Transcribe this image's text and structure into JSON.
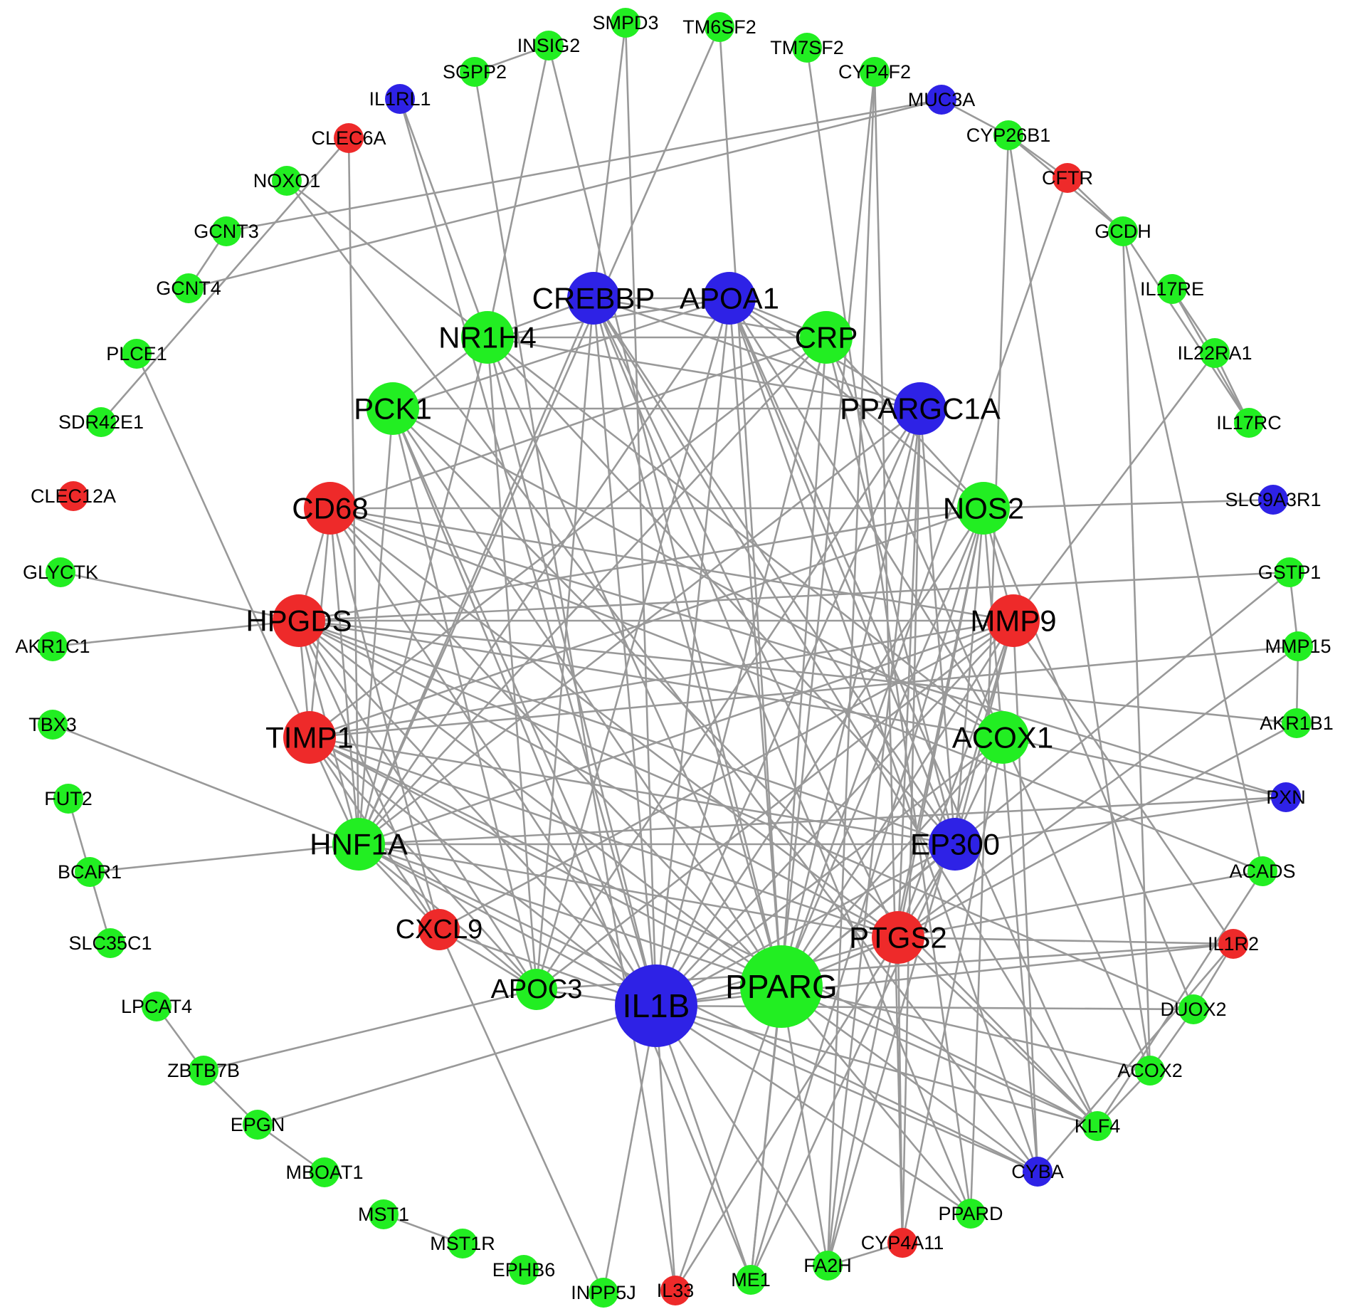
{
  "colors": {
    "green": "#22ee22",
    "red": "#ee2a2a",
    "blue": "#2e22e6",
    "edge": "#999999"
  },
  "nodes": [
    {
      "id": "IL1B",
      "color": "blue",
      "size": "xl"
    },
    {
      "id": "PPARG",
      "color": "green",
      "size": "xl"
    },
    {
      "id": "PTGS2",
      "color": "red",
      "size": "l"
    },
    {
      "id": "EP300",
      "color": "blue",
      "size": "l"
    },
    {
      "id": "ACOX1",
      "color": "green",
      "size": "l"
    },
    {
      "id": "MMP9",
      "color": "red",
      "size": "l"
    },
    {
      "id": "NOS2",
      "color": "green",
      "size": "l"
    },
    {
      "id": "PPARGC1A",
      "color": "blue",
      "size": "l"
    },
    {
      "id": "CRP",
      "color": "green",
      "size": "l"
    },
    {
      "id": "APOA1",
      "color": "blue",
      "size": "l"
    },
    {
      "id": "CREBBP",
      "color": "blue",
      "size": "l"
    },
    {
      "id": "NR1H4",
      "color": "green",
      "size": "l"
    },
    {
      "id": "PCK1",
      "color": "green",
      "size": "l"
    },
    {
      "id": "CD68",
      "color": "red",
      "size": "l"
    },
    {
      "id": "HPGDS",
      "color": "red",
      "size": "l"
    },
    {
      "id": "TIMP1",
      "color": "red",
      "size": "l"
    },
    {
      "id": "HNF1A",
      "color": "green",
      "size": "l"
    },
    {
      "id": "CXCL9",
      "color": "red",
      "size": "m"
    },
    {
      "id": "APOC3",
      "color": "green",
      "size": "m"
    },
    {
      "id": "SMPD3",
      "color": "green",
      "size": "s"
    },
    {
      "id": "TM6SF2",
      "color": "green",
      "size": "s"
    },
    {
      "id": "TM7SF2",
      "color": "green",
      "size": "s"
    },
    {
      "id": "CYP4F2",
      "color": "green",
      "size": "s"
    },
    {
      "id": "MUC3A",
      "color": "blue",
      "size": "s"
    },
    {
      "id": "CYP26B1",
      "color": "green",
      "size": "s"
    },
    {
      "id": "CFTR",
      "color": "red",
      "size": "s"
    },
    {
      "id": "GCDH",
      "color": "green",
      "size": "s"
    },
    {
      "id": "IL17RE",
      "color": "green",
      "size": "s"
    },
    {
      "id": "IL22RA1",
      "color": "green",
      "size": "s"
    },
    {
      "id": "IL17RC",
      "color": "green",
      "size": "s"
    },
    {
      "id": "SLC9A3R1",
      "color": "blue",
      "size": "s"
    },
    {
      "id": "GSTP1",
      "color": "green",
      "size": "s"
    },
    {
      "id": "MMP15",
      "color": "green",
      "size": "s"
    },
    {
      "id": "AKR1B1",
      "color": "green",
      "size": "s"
    },
    {
      "id": "PXN",
      "color": "blue",
      "size": "s"
    },
    {
      "id": "ACADS",
      "color": "green",
      "size": "s"
    },
    {
      "id": "IL1R2",
      "color": "red",
      "size": "s"
    },
    {
      "id": "DUOX2",
      "color": "green",
      "size": "s"
    },
    {
      "id": "ACOX2",
      "color": "green",
      "size": "s"
    },
    {
      "id": "KLF4",
      "color": "green",
      "size": "s"
    },
    {
      "id": "CYBA",
      "color": "blue",
      "size": "s"
    },
    {
      "id": "PPARD",
      "color": "green",
      "size": "s"
    },
    {
      "id": "CYP4A11",
      "color": "red",
      "size": "s"
    },
    {
      "id": "FA2H",
      "color": "green",
      "size": "s"
    },
    {
      "id": "ME1",
      "color": "green",
      "size": "s"
    },
    {
      "id": "IL33",
      "color": "red",
      "size": "s"
    },
    {
      "id": "INPP5J",
      "color": "green",
      "size": "s"
    },
    {
      "id": "EPHB6",
      "color": "green",
      "size": "s"
    },
    {
      "id": "MST1R",
      "color": "green",
      "size": "s"
    },
    {
      "id": "MST1",
      "color": "green",
      "size": "s"
    },
    {
      "id": "MBOAT1",
      "color": "green",
      "size": "s"
    },
    {
      "id": "EPGN",
      "color": "green",
      "size": "s"
    },
    {
      "id": "ZBTB7B",
      "color": "green",
      "size": "s"
    },
    {
      "id": "LPCAT4",
      "color": "green",
      "size": "s"
    },
    {
      "id": "SLC35C1",
      "color": "green",
      "size": "s"
    },
    {
      "id": "BCAR1",
      "color": "green",
      "size": "s"
    },
    {
      "id": "FUT2",
      "color": "green",
      "size": "s"
    },
    {
      "id": "TBX3",
      "color": "green",
      "size": "s"
    },
    {
      "id": "AKR1C1",
      "color": "green",
      "size": "s"
    },
    {
      "id": "GLYCTK",
      "color": "green",
      "size": "s"
    },
    {
      "id": "CLEC12A",
      "color": "red",
      "size": "s"
    },
    {
      "id": "SDR42E1",
      "color": "green",
      "size": "s"
    },
    {
      "id": "PLCE1",
      "color": "green",
      "size": "s"
    },
    {
      "id": "GCNT4",
      "color": "green",
      "size": "s"
    },
    {
      "id": "GCNT3",
      "color": "green",
      "size": "s"
    },
    {
      "id": "NOXO1",
      "color": "green",
      "size": "s"
    },
    {
      "id": "CLEC6A",
      "color": "red",
      "size": "s"
    },
    {
      "id": "IL1RL1",
      "color": "blue",
      "size": "s"
    },
    {
      "id": "SGPP2",
      "color": "green",
      "size": "s"
    },
    {
      "id": "INSIG2",
      "color": "green",
      "size": "s"
    }
  ],
  "edges": [
    [
      "IL1B",
      "PPARG"
    ],
    [
      "IL1B",
      "PTGS2"
    ],
    [
      "IL1B",
      "EP300"
    ],
    [
      "IL1B",
      "ACOX1"
    ],
    [
      "IL1B",
      "MMP9"
    ],
    [
      "IL1B",
      "NOS2"
    ],
    [
      "IL1B",
      "PPARGC1A"
    ],
    [
      "IL1B",
      "CRP"
    ],
    [
      "IL1B",
      "APOA1"
    ],
    [
      "IL1B",
      "CREBBP"
    ],
    [
      "IL1B",
      "NR1H4"
    ],
    [
      "IL1B",
      "PCK1"
    ],
    [
      "IL1B",
      "CD68"
    ],
    [
      "IL1B",
      "HPGDS"
    ],
    [
      "IL1B",
      "TIMP1"
    ],
    [
      "IL1B",
      "HNF1A"
    ],
    [
      "IL1B",
      "CXCL9"
    ],
    [
      "IL1B",
      "APOC3"
    ],
    [
      "IL1B",
      "IL33"
    ],
    [
      "IL1B",
      "ME1"
    ],
    [
      "IL1B",
      "FA2H"
    ],
    [
      "IL1B",
      "KLF4"
    ],
    [
      "IL1B",
      "CYBA"
    ],
    [
      "IL1B",
      "PPARD"
    ],
    [
      "IL1B",
      "IL1R2"
    ],
    [
      "IL1B",
      "DUOX2"
    ],
    [
      "IL1B",
      "IL1RL1"
    ],
    [
      "IL1B",
      "EPGN"
    ],
    [
      "IL1B",
      "SMPD3"
    ],
    [
      "IL1B",
      "INPP5J"
    ],
    [
      "PPARG",
      "PTGS2"
    ],
    [
      "PPARG",
      "EP300"
    ],
    [
      "PPARG",
      "ACOX1"
    ],
    [
      "PPARG",
      "MMP9"
    ],
    [
      "PPARG",
      "NOS2"
    ],
    [
      "PPARG",
      "PPARGC1A"
    ],
    [
      "PPARG",
      "CRP"
    ],
    [
      "PPARG",
      "APOA1"
    ],
    [
      "PPARG",
      "CREBBP"
    ],
    [
      "PPARG",
      "NR1H4"
    ],
    [
      "PPARG",
      "PCK1"
    ],
    [
      "PPARG",
      "CD68"
    ],
    [
      "PPARG",
      "HPGDS"
    ],
    [
      "PPARG",
      "TIMP1"
    ],
    [
      "PPARG",
      "HNF1A"
    ],
    [
      "PPARG",
      "ACOX2"
    ],
    [
      "PPARG",
      "KLF4"
    ],
    [
      "PPARG",
      "ME1"
    ],
    [
      "PPARG",
      "FA2H"
    ],
    [
      "PPARG",
      "CYBA"
    ],
    [
      "PPARG",
      "PPARD"
    ],
    [
      "PPARG",
      "GSTP1"
    ],
    [
      "PPARG",
      "INSIG2"
    ],
    [
      "PPARG",
      "TM6SF2"
    ],
    [
      "PTGS2",
      "EP300"
    ],
    [
      "PTGS2",
      "MMP9"
    ],
    [
      "PTGS2",
      "NOS2"
    ],
    [
      "PTGS2",
      "PPARGC1A"
    ],
    [
      "PTGS2",
      "HPGDS"
    ],
    [
      "PTGS2",
      "CD68"
    ],
    [
      "PTGS2",
      "HNF1A"
    ],
    [
      "PTGS2",
      "CREBBP"
    ],
    [
      "PTGS2",
      "CYP4A11"
    ],
    [
      "PTGS2",
      "IL1R2"
    ],
    [
      "PTGS2",
      "AKR1B1"
    ],
    [
      "PTGS2",
      "MMP15"
    ],
    [
      "PTGS2",
      "ACADS"
    ],
    [
      "PTGS2",
      "KLF4"
    ],
    [
      "PTGS2",
      "TIMP1"
    ],
    [
      "PTGS2",
      "IL33"
    ],
    [
      "EP300",
      "HNF1A"
    ],
    [
      "EP300",
      "CREBBP"
    ],
    [
      "EP300",
      "NOS2"
    ],
    [
      "EP300",
      "MMP9"
    ],
    [
      "EP300",
      "PPARGC1A"
    ],
    [
      "EP300",
      "CRP"
    ],
    [
      "EP300",
      "PXN"
    ],
    [
      "EP300",
      "NR1H4"
    ],
    [
      "EP300",
      "APOA1"
    ],
    [
      "EP300",
      "HPGDS"
    ],
    [
      "EP300",
      "TIMP1"
    ],
    [
      "ACOX1",
      "ACOX2"
    ],
    [
      "ACOX1",
      "CRP"
    ],
    [
      "ACOX1",
      "HPGDS"
    ],
    [
      "ACOX1",
      "PCK1"
    ],
    [
      "ACOX1",
      "NR1H4"
    ],
    [
      "ACOX1",
      "APOA1"
    ],
    [
      "ACOX1",
      "PXN"
    ],
    [
      "ACOX1",
      "CYP4A11"
    ],
    [
      "ACOX1",
      "ME1"
    ],
    [
      "MMP9",
      "TIMP1"
    ],
    [
      "MMP9",
      "CD68"
    ],
    [
      "MMP9",
      "HPGDS"
    ],
    [
      "MMP9",
      "NOS2"
    ],
    [
      "MMP9",
      "IL1R2"
    ],
    [
      "MMP9",
      "IL22RA1"
    ],
    [
      "MMP9",
      "CYBA"
    ],
    [
      "MMP9",
      "APOC3"
    ],
    [
      "MMP9",
      "CXCL9"
    ],
    [
      "MMP9",
      "FA2H"
    ],
    [
      "MMP9",
      "HNF1A"
    ],
    [
      "NOS2",
      "CD68"
    ],
    [
      "NOS2",
      "SLC9A3R1"
    ],
    [
      "NOS2",
      "HPGDS"
    ],
    [
      "NOS2",
      "TIMP1"
    ],
    [
      "NOS2",
      "APOA1"
    ],
    [
      "NOS2",
      "CRP"
    ],
    [
      "NOS2",
      "DUOX2"
    ],
    [
      "NOS2",
      "CYBA"
    ],
    [
      "NOS2",
      "ME1"
    ],
    [
      "NOS2",
      "FA2H"
    ],
    [
      "PPARGC1A",
      "PCK1"
    ],
    [
      "PPARGC1A",
      "NR1H4"
    ],
    [
      "PPARGC1A",
      "CREBBP"
    ],
    [
      "PPARGC1A",
      "APOA1"
    ],
    [
      "PPARGC1A",
      "HNF1A"
    ],
    [
      "PPARGC1A",
      "APOC3"
    ],
    [
      "PPARGC1A",
      "FA2H"
    ],
    [
      "PPARGC1A",
      "CYP4A11"
    ],
    [
      "CRP",
      "CREBBP"
    ],
    [
      "CRP",
      "APOA1"
    ],
    [
      "CRP",
      "HNF1A"
    ],
    [
      "CRP",
      "CD68"
    ],
    [
      "CRP",
      "NR1H4"
    ],
    [
      "CRP",
      "TIMP1"
    ],
    [
      "APOA1",
      "CREBBP"
    ],
    [
      "APOA1",
      "NR1H4"
    ],
    [
      "APOA1",
      "HNF1A"
    ],
    [
      "APOA1",
      "APOC3"
    ],
    [
      "APOA1",
      "PCK1"
    ],
    [
      "APOA1",
      "CYBA"
    ],
    [
      "APOA1",
      "KLF4"
    ],
    [
      "CREBBP",
      "HNF1A"
    ],
    [
      "CREBBP",
      "NR1H4"
    ],
    [
      "CREBBP",
      "KLF4"
    ],
    [
      "CREBBP",
      "PPARD"
    ],
    [
      "CREBBP",
      "APOC3"
    ],
    [
      "CREBBP",
      "SMPD3"
    ],
    [
      "NR1H4",
      "HNF1A"
    ],
    [
      "NR1H4",
      "APOC3"
    ],
    [
      "NR1H4",
      "PCK1"
    ],
    [
      "NR1H4",
      "NOXO1"
    ],
    [
      "NR1H4",
      "INSIG2"
    ],
    [
      "NR1H4",
      "IL1RL1"
    ],
    [
      "PCK1",
      "HNF1A"
    ],
    [
      "PCK1",
      "ME1"
    ],
    [
      "PCK1",
      "APOC3"
    ],
    [
      "PCK1",
      "KLF4"
    ],
    [
      "CD68",
      "HPGDS"
    ],
    [
      "CD68",
      "TIMP1"
    ],
    [
      "CD68",
      "HNF1A"
    ],
    [
      "CD68",
      "CXCL9"
    ],
    [
      "CD68",
      "PXN"
    ],
    [
      "CD68",
      "ACADS"
    ],
    [
      "HPGDS",
      "TIMP1"
    ],
    [
      "HPGDS",
      "HNF1A"
    ],
    [
      "HPGDS",
      "GLYCTK"
    ],
    [
      "HPGDS",
      "AKR1C1"
    ],
    [
      "HPGDS",
      "GSTP1"
    ],
    [
      "HPGDS",
      "AKR1B1"
    ],
    [
      "HPGDS",
      "DUOX2"
    ],
    [
      "HPGDS",
      "CXCL9"
    ],
    [
      "HPGDS",
      "APOC3"
    ],
    [
      "TIMP1",
      "HNF1A"
    ],
    [
      "TIMP1",
      "CXCL9"
    ],
    [
      "TIMP1",
      "MMP15"
    ],
    [
      "TIMP1",
      "PLCE1"
    ],
    [
      "TIMP1",
      "KLF4"
    ],
    [
      "TIMP1",
      "APOC3"
    ],
    [
      "HNF1A",
      "BCAR1"
    ],
    [
      "HNF1A",
      "TBX3"
    ],
    [
      "HNF1A",
      "APOC3"
    ],
    [
      "HNF1A",
      "CXCL9"
    ],
    [
      "HNF1A",
      "PXN"
    ],
    [
      "HNF1A",
      "CYBA"
    ],
    [
      "CXCL9",
      "INPP5J"
    ],
    [
      "CXCL9",
      "APOC3"
    ],
    [
      "APOC3",
      "ZBTB7B"
    ],
    [
      "APOC3",
      "IL1R2"
    ],
    [
      "TM6SF2",
      "HNF1A"
    ],
    [
      "INSIG2",
      "SGPP2"
    ],
    [
      "SGPP2",
      "IL33"
    ],
    [
      "TM7SF2",
      "PPARD"
    ],
    [
      "CYP4F2",
      "CYP4A11"
    ],
    [
      "CYP4F2",
      "FA2H"
    ],
    [
      "CYP4F2",
      "ME1"
    ],
    [
      "MUC3A",
      "GCNT3"
    ],
    [
      "MUC3A",
      "GCNT4"
    ],
    [
      "MUC3A",
      "CYP26B1"
    ],
    [
      "CYP26B1",
      "CFTR"
    ],
    [
      "CYP26B1",
      "GCDH"
    ],
    [
      "CYP26B1",
      "ACOX2"
    ],
    [
      "CYP26B1",
      "PPARD"
    ],
    [
      "CFTR",
      "GCDH"
    ],
    [
      "CFTR",
      "IL33"
    ],
    [
      "GCDH",
      "ACADS"
    ],
    [
      "GCDH",
      "ACOX2"
    ],
    [
      "GCDH",
      "IL17RC"
    ],
    [
      "IL17RE",
      "IL17RC"
    ],
    [
      "IL22RA1",
      "IL17RC"
    ],
    [
      "IL22RA1",
      "IL17RE"
    ],
    [
      "GSTP1",
      "MMP15"
    ],
    [
      "MMP15",
      "AKR1B1"
    ],
    [
      "ACADS",
      "KLF4"
    ],
    [
      "IL1R2",
      "DUOX2"
    ],
    [
      "IL1R2",
      "CYBA"
    ],
    [
      "DUOX2",
      "ACOX2"
    ],
    [
      "ACOX2",
      "KLF4"
    ],
    [
      "GCNT3",
      "GCNT4"
    ],
    [
      "CLEC6A",
      "SDR42E1"
    ],
    [
      "CLEC6A",
      "HNF1A"
    ],
    [
      "NOXO1",
      "CYBA"
    ],
    [
      "FUT2",
      "BCAR1"
    ],
    [
      "BCAR1",
      "SLC35C1"
    ],
    [
      "LPCAT4",
      "ZBTB7B"
    ],
    [
      "ZBTB7B",
      "EPGN"
    ],
    [
      "EPGN",
      "MBOAT1"
    ],
    [
      "MST1",
      "MST1R"
    ],
    [
      "CYP4A11",
      "FA2H"
    ]
  ]
}
